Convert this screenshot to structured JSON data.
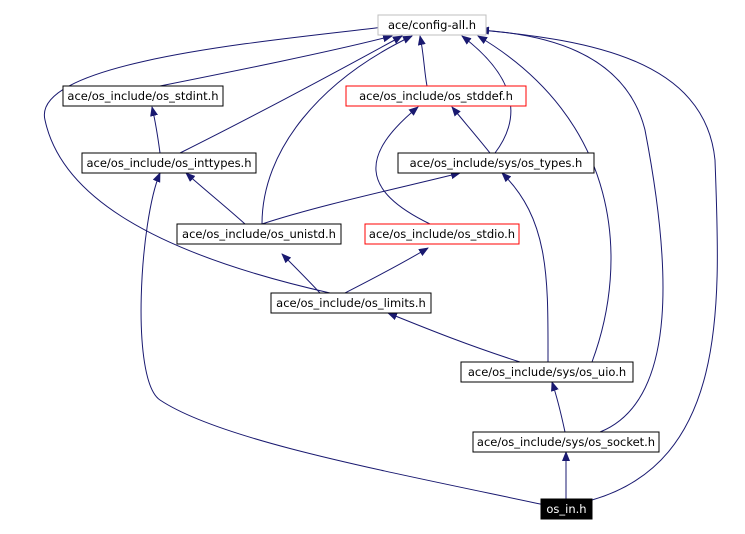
{
  "colors": {
    "edge": "#191970",
    "node_border_default": "#000000",
    "node_border_truncated": "#ff0000",
    "node_border_root": "#bfbfbf",
    "node_fill": "#ffffff",
    "focus_fill": "#000000",
    "focus_text": "#ffffff",
    "label_text": "#000000"
  },
  "nodes": {
    "config_all": {
      "label": "ace/config-all.h"
    },
    "os_stdint": {
      "label": "ace/os_include/os_stdint.h"
    },
    "os_stddef": {
      "label": "ace/os_include/os_stddef.h"
    },
    "os_inttypes": {
      "label": "ace/os_include/os_inttypes.h"
    },
    "sys_os_types": {
      "label": "ace/os_include/sys/os_types.h"
    },
    "os_unistd": {
      "label": "ace/os_include/os_unistd.h"
    },
    "os_stdio": {
      "label": "ace/os_include/os_stdio.h"
    },
    "os_limits": {
      "label": "ace/os_include/os_limits.h"
    },
    "sys_os_uio": {
      "label": "ace/os_include/sys/os_uio.h"
    },
    "sys_os_socket": {
      "label": "ace/os_include/sys/os_socket.h"
    },
    "os_in": {
      "label": "os_in.h"
    }
  }
}
